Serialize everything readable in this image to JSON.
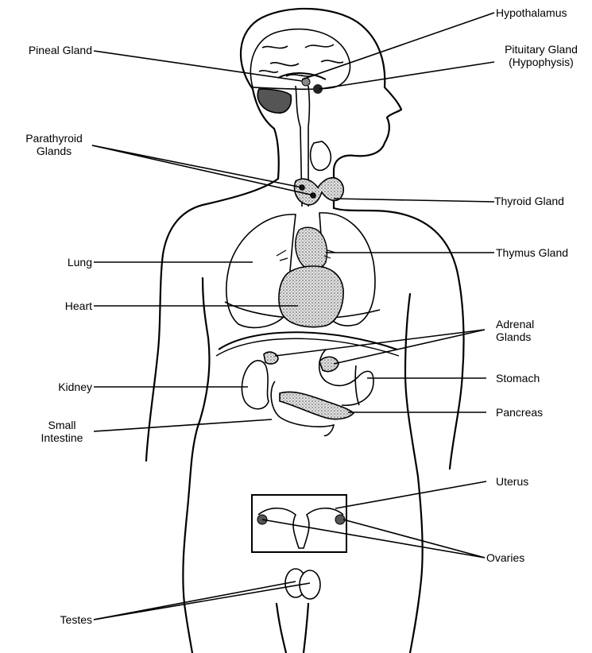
{
  "labels": {
    "hypothalamus": "Hypothalamus",
    "pineal_gland": "Pineal Gland",
    "pituitary_gland_line1": "Pituitary Gland",
    "pituitary_gland_line2": "(Hypophysis)",
    "parathyroid_line1": "Parathyroid",
    "parathyroid_line2": "Glands",
    "thyroid_gland": "Thyroid Gland",
    "thymus_gland": "Thymus Gland",
    "lung": "Lung",
    "heart": "Heart",
    "adrenal_line1": "Adrenal",
    "adrenal_line2": "Glands",
    "kidney": "Kidney",
    "stomach": "Stomach",
    "small_intestine_line1": "Small",
    "small_intestine_line2": "Intestine",
    "pancreas": "Pancreas",
    "uterus": "Uterus",
    "ovaries": "Ovaries",
    "testes": "Testes"
  },
  "colors": {
    "line": "#000000",
    "gland_fill": "#c8c8c8",
    "background": "#ffffff"
  }
}
